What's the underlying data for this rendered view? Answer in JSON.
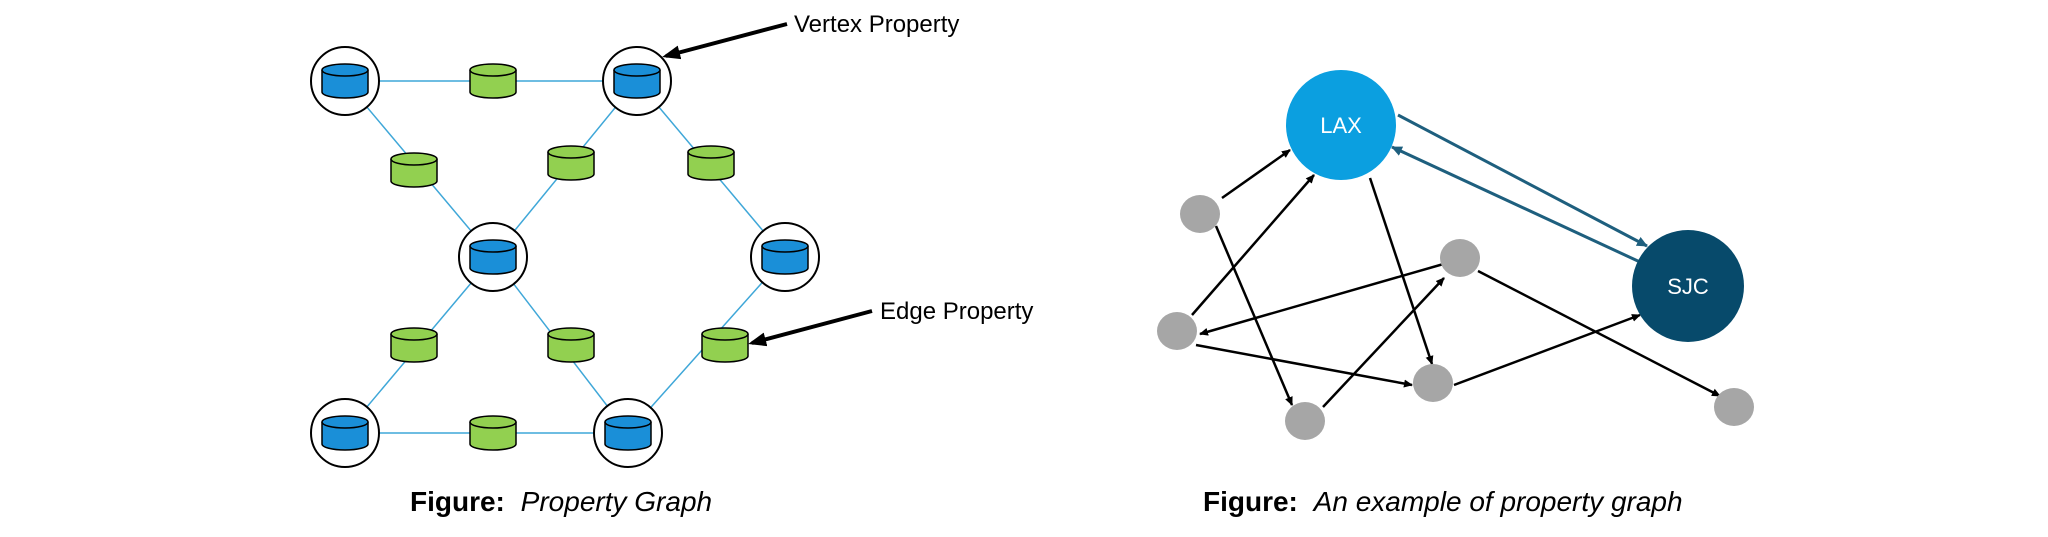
{
  "left_figure": {
    "vertex_label": "Vertex Property",
    "edge_label": "Edge Property",
    "caption_prefix": "Figure:",
    "caption_title": "Property Graph",
    "colors": {
      "vertex": "#1a8fd8",
      "edge_property": "#92d050",
      "line": "#3fa7d8"
    }
  },
  "right_figure": {
    "node_lax": "LAX",
    "node_sjc": "SJC",
    "caption_prefix": "Figure:",
    "caption_title": "An example of property graph",
    "colors": {
      "lax": "#0b9fe0",
      "sjc": "#074a6b",
      "small_node": "#a6a6a6",
      "link": "#1e5f7e"
    }
  }
}
